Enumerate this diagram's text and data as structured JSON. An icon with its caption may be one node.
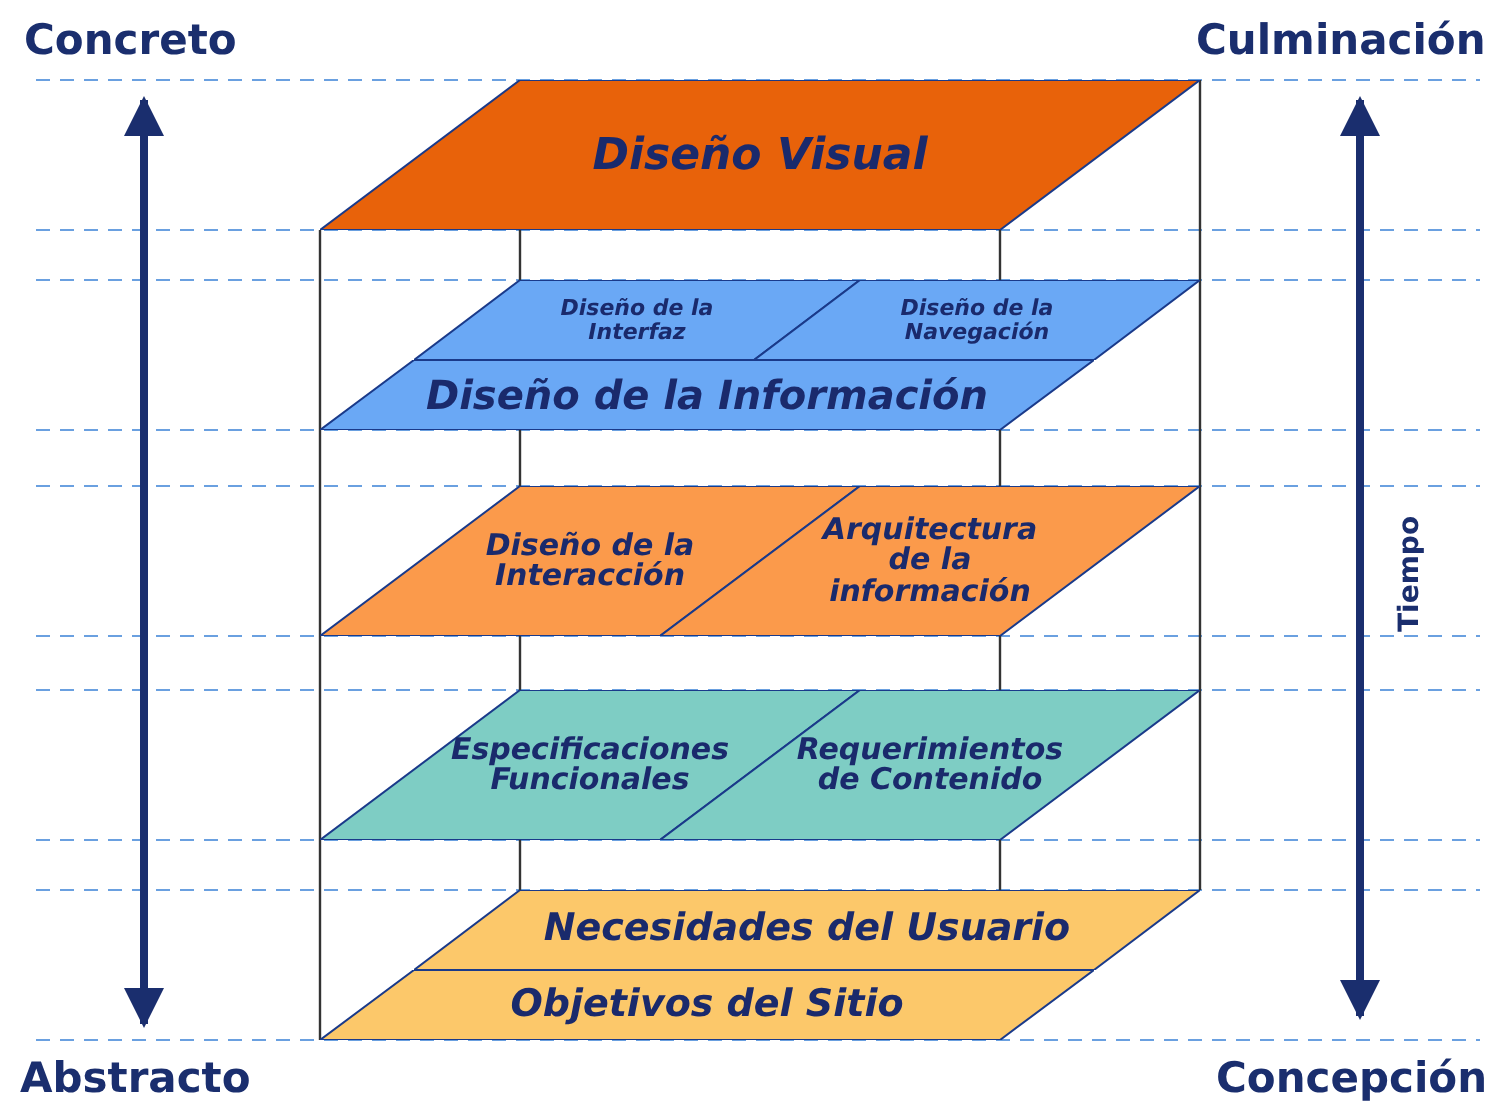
{
  "diagram": {
    "nodes": [
      {
        "text": [
          "Diseño Visual"
        ]
      },
      {
        "text": [
          "Diseño de la Interfaz"
        ]
      },
      {
        "text": [
          "Diseño de la Navegación"
        ]
      },
      {
        "text": [
          "Diseño de la Información"
        ]
      },
      {
        "text": [
          "Diseño de la Interacción"
        ]
      },
      {
        "text": [
          "Arquitectura de la información"
        ]
      },
      {
        "text": [
          "Especificaciones Funcionales"
        ]
      },
      {
        "text": [
          "Requerimientos de Contenido"
        ]
      },
      {
        "text": [
          "Necesidades del Usuario"
        ]
      },
      {
        "text": [
          "Objetivos del Sitio"
        ]
      }
    ],
    "edges": [],
    "labels": [
      "Concreto",
      "Culminación",
      "Tiempo",
      "Abstracto",
      "Concepción"
    ]
  }
}
